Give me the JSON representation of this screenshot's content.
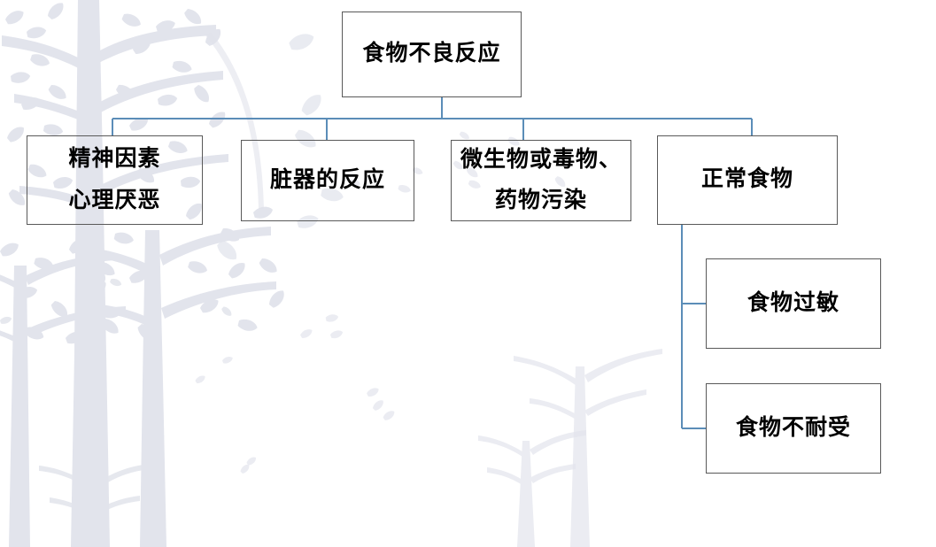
{
  "diagram": {
    "type": "hierarchy-tree",
    "title": "食物不良反应",
    "orientation": "top-down",
    "connector_color": "#5b8db8",
    "node_border_color": "#595959",
    "text_color": "#000000",
    "background_color": "#ffffff",
    "background_art_color": "#e2e4ec",
    "nodes": {
      "root": {
        "id": "root",
        "label": "食物不良反应",
        "lines": [
          "食物不良反应"
        ]
      },
      "branch_1": {
        "id": "branch_1",
        "label": "精神因素 心理厌恶",
        "lines": [
          "精神因素",
          "心理厌恶"
        ]
      },
      "branch_2": {
        "id": "branch_2",
        "label": "脏器的反应",
        "lines": [
          "脏器的反应"
        ]
      },
      "branch_3": {
        "id": "branch_3",
        "label": "微生物或毒物、药物污染",
        "lines": [
          "微生物或毒物、",
          "药物污染"
        ]
      },
      "branch_4": {
        "id": "branch_4",
        "label": "正常食物",
        "lines": [
          "正常食物"
        ]
      },
      "leaf_1": {
        "id": "leaf_1",
        "label": "食物过敏",
        "lines": [
          "食物过敏"
        ]
      },
      "leaf_2": {
        "id": "leaf_2",
        "label": "食物不耐受",
        "lines": [
          "食物不耐受"
        ]
      }
    },
    "edges": [
      {
        "from": "root",
        "to": "branch_1"
      },
      {
        "from": "root",
        "to": "branch_2"
      },
      {
        "from": "root",
        "to": "branch_3"
      },
      {
        "from": "root",
        "to": "branch_4"
      },
      {
        "from": "branch_4",
        "to": "leaf_1"
      },
      {
        "from": "branch_4",
        "to": "leaf_2"
      }
    ]
  }
}
